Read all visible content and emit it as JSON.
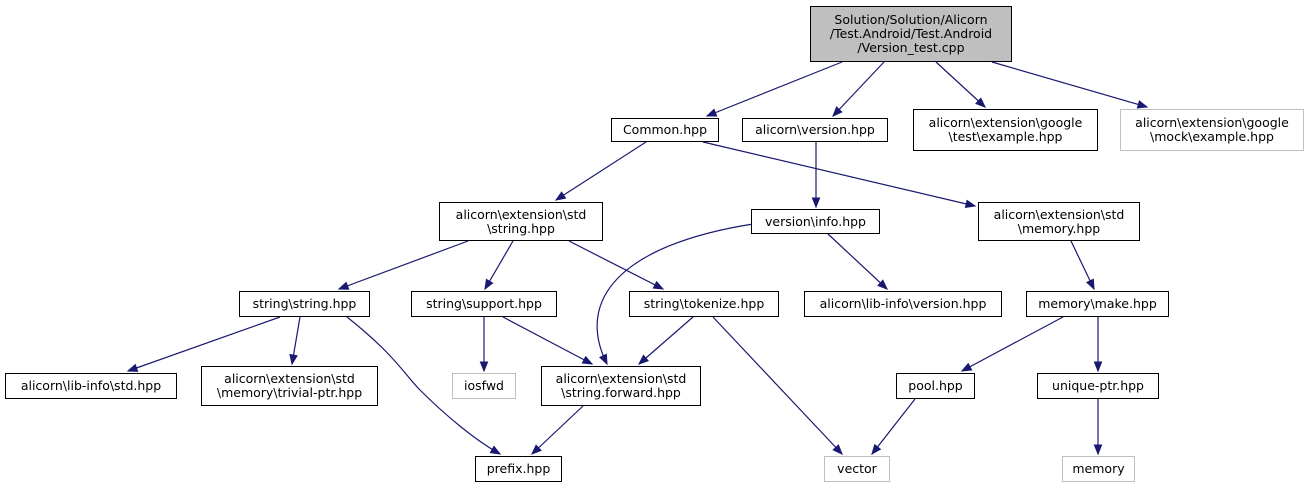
{
  "colors": {
    "edge": "#191970",
    "root_fill": "#bfbfbf",
    "external_border": "#bfbfbf",
    "node_border": "#000000"
  },
  "nodes": {
    "root": {
      "lines": [
        "Solution/Solution/Alicorn",
        "/Test.Android/Test.Android",
        "/Version_test.cpp"
      ]
    },
    "common": {
      "lines": [
        "Common.hpp"
      ]
    },
    "version": {
      "lines": [
        "alicorn\\version.hpp"
      ]
    },
    "gtest": {
      "lines": [
        "alicorn\\extension\\google",
        "\\test\\example.hpp"
      ]
    },
    "gmock": {
      "lines": [
        "alicorn\\extension\\google",
        "\\mock\\example.hpp"
      ]
    },
    "std_string": {
      "lines": [
        "alicorn\\extension\\std",
        "\\string.hpp"
      ]
    },
    "info": {
      "lines": [
        "version\\info.hpp"
      ]
    },
    "std_memory": {
      "lines": [
        "alicorn\\extension\\std",
        "\\memory.hpp"
      ]
    },
    "string_string": {
      "lines": [
        "string\\string.hpp"
      ]
    },
    "string_support": {
      "lines": [
        "string\\support.hpp"
      ]
    },
    "string_tokenize": {
      "lines": [
        "string\\tokenize.hpp"
      ]
    },
    "libinfo_version": {
      "lines": [
        "alicorn\\lib-info\\version.hpp"
      ]
    },
    "memory_make": {
      "lines": [
        "memory\\make.hpp"
      ]
    },
    "libinfo_std": {
      "lines": [
        "alicorn\\lib-info\\std.hpp"
      ]
    },
    "trivial_ptr": {
      "lines": [
        "alicorn\\extension\\std",
        "\\memory\\trivial-ptr.hpp"
      ]
    },
    "iosfwd": {
      "lines": [
        "iosfwd"
      ]
    },
    "string_forward": {
      "lines": [
        "alicorn\\extension\\std",
        "\\string.forward.hpp"
      ]
    },
    "pool": {
      "lines": [
        "pool.hpp"
      ]
    },
    "unique_ptr": {
      "lines": [
        "unique-ptr.hpp"
      ]
    },
    "prefix": {
      "lines": [
        "prefix.hpp"
      ]
    },
    "vector": {
      "lines": [
        "vector"
      ]
    },
    "memory": {
      "lines": [
        "memory"
      ]
    }
  }
}
